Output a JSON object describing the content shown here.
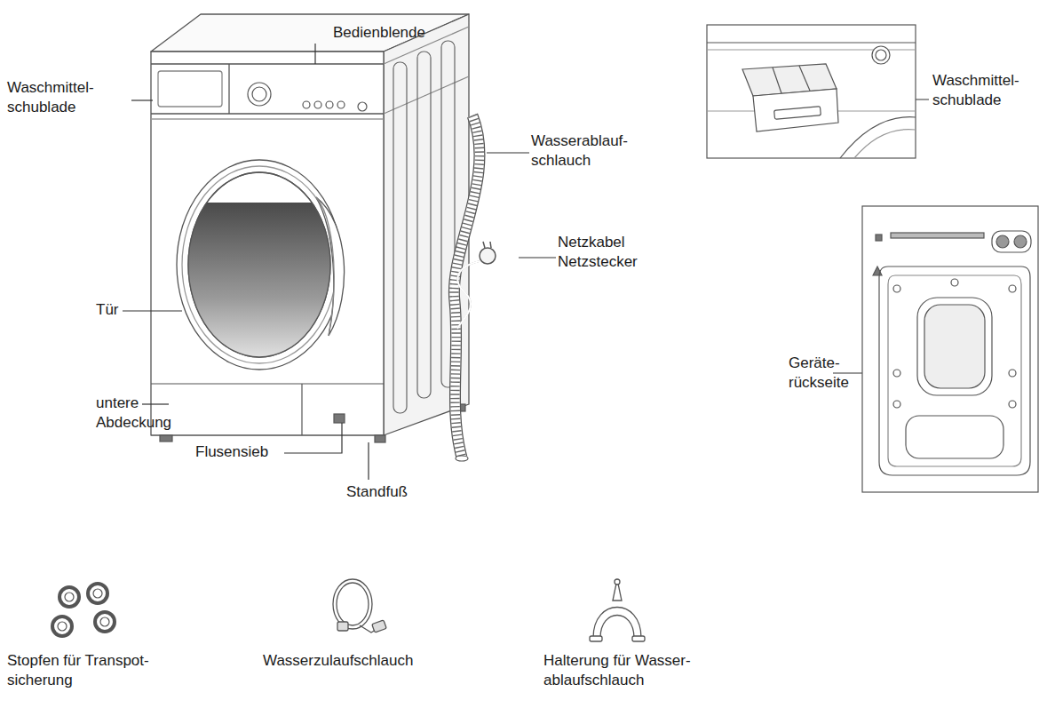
{
  "diagram": {
    "labels": [
      "Bedienblende",
      "Waschmittel- schublade",
      "Waschmittel- schublade",
      "Wasserablauf- schlauch",
      "Netzkabel Netzstecker",
      "Tür",
      "Geräte- rückseite",
      "untere Abdeckung",
      "Flusensieb",
      "Standfuß",
      "Stopfen für Transpot- sicherung",
      "Wasserzulaufschlauch",
      "Halterung für Wasser- ablaufschlauch"
    ]
  }
}
